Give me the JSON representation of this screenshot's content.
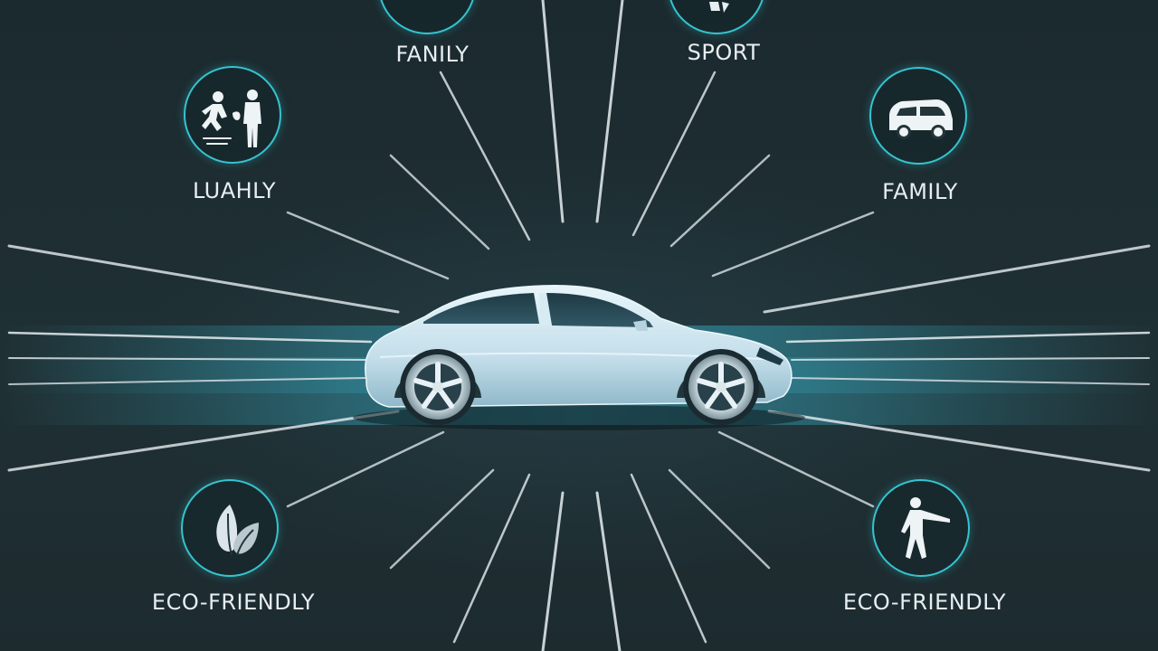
{
  "colors": {
    "background": "#1c2a2e",
    "accent": "#35c4cf",
    "text": "#e7eef1",
    "car_body": "#cfe6ef"
  },
  "modes": [
    {
      "id": "top-left",
      "label": "FANILY",
      "icon": "partial-circle-icon"
    },
    {
      "id": "top-right",
      "label": "SPORT",
      "icon": "sport-icon"
    },
    {
      "id": "left",
      "label": "LUAHLY",
      "icon": "people-icon"
    },
    {
      "id": "right",
      "label": "FAMILY",
      "icon": "van-icon"
    },
    {
      "id": "bottom-left",
      "label": "ECO-FRIENDLY",
      "icon": "leaf-icon"
    },
    {
      "id": "bottom-right",
      "label": "ECO-FRIENDLY",
      "icon": "pointing-person-icon"
    }
  ]
}
